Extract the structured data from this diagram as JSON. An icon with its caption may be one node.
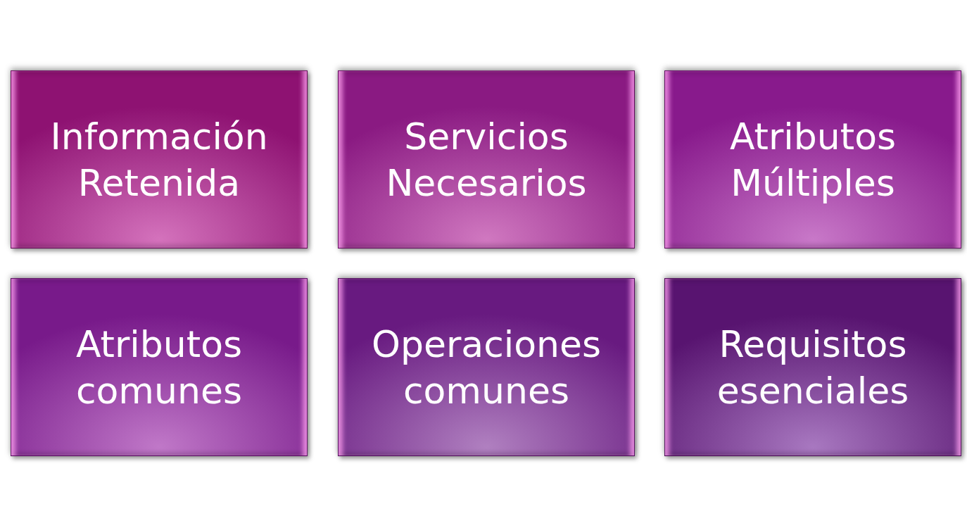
{
  "diagram": {
    "nodes": [
      {
        "text": [
          "Información Retenida"
        ]
      },
      {
        "text": [
          "Servicios Necesarios"
        ]
      },
      {
        "text": [
          "Atributos Múltiples"
        ]
      },
      {
        "text": [
          "Atributos comunes"
        ]
      },
      {
        "text": [
          "Operaciones comunes"
        ]
      },
      {
        "text": [
          "Requisitos esenciales"
        ]
      }
    ]
  }
}
